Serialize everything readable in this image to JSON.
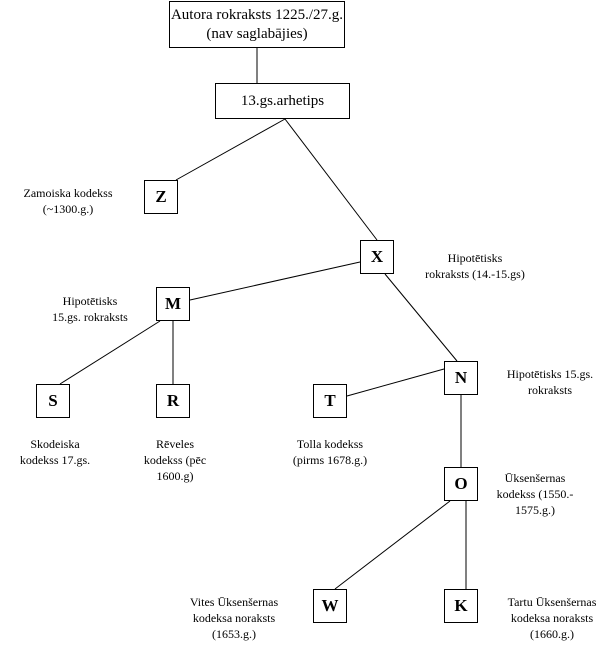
{
  "diagram": {
    "root": {
      "line1": "Autora rokraksts 1225./27.g.",
      "line2": "(nav saglabājies)"
    },
    "archetype": "13.gs.arhetips",
    "nodes": {
      "Z": "Z",
      "X": "X",
      "M": "M",
      "S": "S",
      "R": "R",
      "T": "T",
      "N": "N",
      "O": "O",
      "W": "W",
      "K": "K"
    },
    "labels": {
      "Z": [
        "Zamoiska kodekss",
        "(~1300.g.)"
      ],
      "X": [
        "Hipotētisks",
        "rokraksts (14.-15.gs)"
      ],
      "M": [
        "Hipotētisks",
        "15.gs. rokraksts"
      ],
      "S": [
        "Skodeiska",
        "kodekss 17.gs."
      ],
      "R": [
        "Rēveles",
        "kodekss (pēc",
        "1600.g)"
      ],
      "T": [
        "Tolla kodekss",
        "(pirms 1678.g.)"
      ],
      "N": [
        "Hipotētisks 15.gs.",
        "rokraksts"
      ],
      "O": [
        "Ūksenšernas",
        "kodekss (1550.-",
        "1575.g.)"
      ],
      "W": [
        "Vites Ūksenšernas",
        "kodeksa noraksts",
        "(1653.g.)"
      ],
      "K": [
        "Tartu Ūksenšernas",
        "kodeksa noraksts",
        "(1660.g.)"
      ]
    },
    "edges": [
      [
        "root",
        "archetype"
      ],
      [
        "archetype",
        "Z"
      ],
      [
        "archetype",
        "X"
      ],
      [
        "X",
        "M"
      ],
      [
        "X",
        "N"
      ],
      [
        "M",
        "S"
      ],
      [
        "M",
        "R"
      ],
      [
        "N",
        "T"
      ],
      [
        "N",
        "O"
      ],
      [
        "O",
        "W"
      ],
      [
        "O",
        "K"
      ]
    ]
  }
}
